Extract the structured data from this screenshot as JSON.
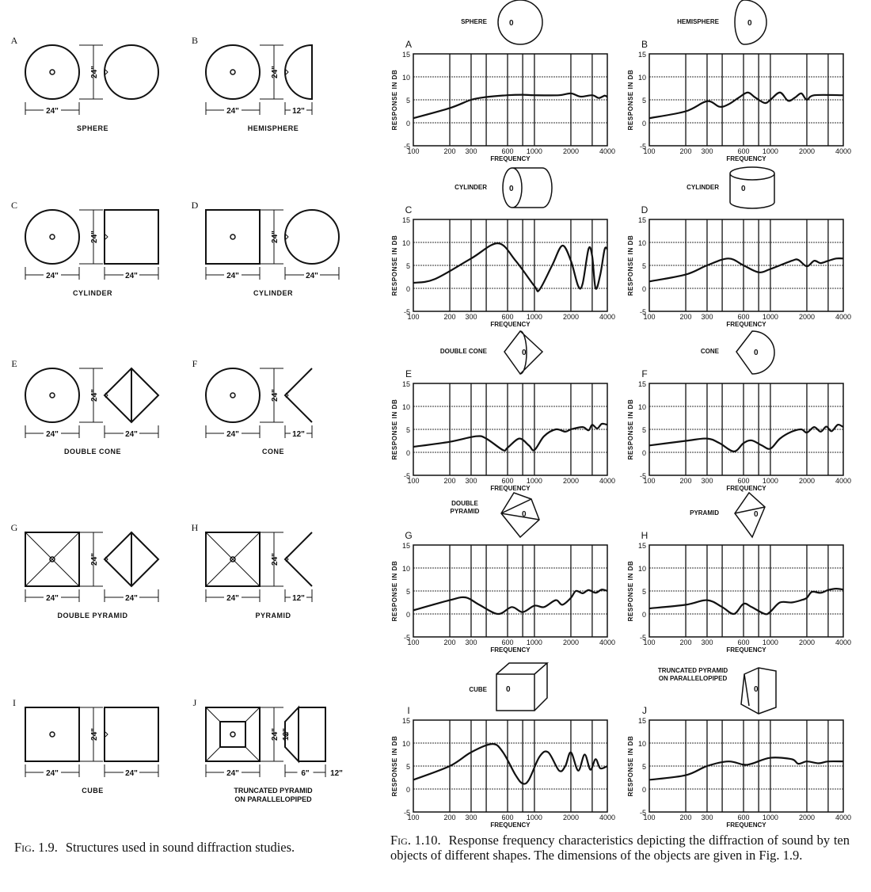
{
  "left_figure": {
    "caption_label": "Fig. 1.9.",
    "caption_text": "Structures used in sound diffraction studies.",
    "items": [
      {
        "letter": "A",
        "name": "SPHERE",
        "front": "circle",
        "side": "circle",
        "height_dim": "24\"",
        "front_dim": "24\"",
        "side_dim": ""
      },
      {
        "letter": "B",
        "name": "HEMISPHERE",
        "front": "circle",
        "side": "half-circle",
        "height_dim": "24\"",
        "front_dim": "24\"",
        "side_dim": "12\""
      },
      {
        "letter": "C",
        "name": "CYLINDER",
        "front": "circle",
        "side": "square",
        "height_dim": "24\"",
        "front_dim": "24\"",
        "side_dim": "24\""
      },
      {
        "letter": "D",
        "name": "CYLINDER",
        "front": "square",
        "side": "circle",
        "height_dim": "24\"",
        "front_dim": "24\"",
        "side_dim": "24\""
      },
      {
        "letter": "E",
        "name": "DOUBLE CONE",
        "front": "circle",
        "side": "diamond",
        "height_dim": "24\"",
        "front_dim": "24\"",
        "side_dim": "24\""
      },
      {
        "letter": "F",
        "name": "CONE",
        "front": "circle",
        "side": "half-diamond",
        "height_dim": "24\"",
        "front_dim": "24\"",
        "side_dim": "12\""
      },
      {
        "letter": "G",
        "name": "DOUBLE PYRAMID",
        "front": "pyramid",
        "side": "diamond",
        "height_dim": "24\"",
        "front_dim": "24\"",
        "side_dim": "24\""
      },
      {
        "letter": "H",
        "name": "PYRAMID",
        "front": "pyramid",
        "side": "half-diamond",
        "height_dim": "24\"",
        "front_dim": "24\"",
        "side_dim": "12\""
      },
      {
        "letter": "I",
        "name": "CUBE",
        "front": "square",
        "side": "square",
        "height_dim": "24\"",
        "front_dim": "24\"",
        "side_dim": "24\""
      },
      {
        "letter": "J",
        "name": "TRUNCATED PYRAMID ON PARALLELOPIPED",
        "front": "truncated",
        "side": "truncated",
        "height_dim": "24\"",
        "inner_dim": "12\"",
        "front_dim": "24\"",
        "side_dim": "6\"",
        "side_dim2": "12\""
      }
    ]
  },
  "right_figure": {
    "caption_label": "Fig. 1.10.",
    "caption_text": "Response frequency characteristics depicting the diffraction of sound by ten objects of different shapes. The dimensions of the objects are given in Fig. 1.9."
  },
  "chart_data": [
    {
      "type": "line",
      "letter": "A",
      "object_label": "SPHERE",
      "object": "sphere",
      "xlabel": "FREQUENCY",
      "ylabel": "RESPONSE IN DB",
      "xscale": "log",
      "xlim": [
        100,
        4000
      ],
      "ylim": [
        -5,
        15
      ],
      "xticks": [
        100,
        200,
        300,
        600,
        1000,
        2000,
        4000
      ],
      "yticks": [
        15,
        10,
        5,
        0,
        -5
      ],
      "grid": true,
      "grid_x": [
        200,
        300,
        400,
        600,
        800,
        1000,
        2000,
        3000
      ],
      "grid_y": [
        10,
        5,
        0
      ],
      "series": [
        {
          "name": "response",
          "x": [
            100,
            200,
            300,
            400,
            600,
            800,
            1000,
            1600,
            2000,
            2400,
            3000,
            3400,
            3800,
            4000
          ],
          "y": [
            1,
            3.2,
            5,
            5.6,
            6,
            6.1,
            6,
            6,
            6.4,
            5.7,
            6,
            5.4,
            5.9,
            5.6
          ]
        }
      ]
    },
    {
      "type": "line",
      "letter": "B",
      "object_label": "HEMISPHERE",
      "object": "hemisphere",
      "xlabel": "FREQUENCY",
      "ylabel": "RESPONSE IN DB",
      "xscale": "log",
      "xlim": [
        100,
        4000
      ],
      "ylim": [
        -5,
        15
      ],
      "xticks": [
        100,
        200,
        300,
        600,
        1000,
        2000,
        4000
      ],
      "yticks": [
        15,
        10,
        5,
        0,
        -5
      ],
      "grid": true,
      "grid_x": [
        200,
        300,
        400,
        600,
        800,
        1000,
        2000,
        3000
      ],
      "grid_y": [
        10,
        5,
        0
      ],
      "series": [
        {
          "name": "response",
          "x": [
            100,
            200,
            300,
            380,
            450,
            550,
            650,
            750,
            900,
            1000,
            1200,
            1400,
            1600,
            1800,
            2000,
            2300,
            4000
          ],
          "y": [
            1,
            2.5,
            4.7,
            3.5,
            4,
            5.5,
            6.6,
            5.5,
            4.3,
            5,
            6.6,
            4.8,
            5.5,
            6.4,
            5,
            6,
            6
          ]
        }
      ]
    },
    {
      "type": "line",
      "letter": "C",
      "object_label": "CYLINDER",
      "object": "cylinder-side",
      "xlabel": "FREQUENCY",
      "ylabel": "RESPONSE IN DB",
      "xscale": "log",
      "xlim": [
        100,
        4000
      ],
      "ylim": [
        -5,
        15
      ],
      "xticks": [
        100,
        200,
        300,
        600,
        1000,
        2000,
        4000
      ],
      "yticks": [
        15,
        10,
        5,
        0,
        -5
      ],
      "grid": true,
      "grid_x": [
        200,
        300,
        400,
        600,
        800,
        1000,
        2000,
        3000
      ],
      "grid_y": [
        10,
        5,
        0
      ],
      "series": [
        {
          "name": "response",
          "x": [
            100,
            150,
            300,
            500,
            700,
            1000,
            1100,
            1400,
            1700,
            2000,
            2300,
            2500,
            2800,
            3000,
            3200,
            3500,
            3800,
            4000
          ],
          "y": [
            1.2,
            2,
            6.5,
            9.8,
            6,
            0.5,
            -0.3,
            5,
            9.3,
            6,
            0.5,
            1,
            8.6,
            7,
            0,
            3,
            8.5,
            8.5
          ]
        }
      ]
    },
    {
      "type": "line",
      "letter": "D",
      "object_label": "CYLINDER",
      "object": "cylinder-end",
      "xlabel": "FREQUENCY",
      "ylabel": "RESPONSE IN DB",
      "xscale": "log",
      "xlim": [
        100,
        4000
      ],
      "ylim": [
        -5,
        15
      ],
      "xticks": [
        100,
        200,
        300,
        600,
        1000,
        2000,
        4000
      ],
      "yticks": [
        15,
        10,
        5,
        0,
        -5
      ],
      "grid": true,
      "grid_x": [
        200,
        300,
        400,
        600,
        800,
        1000,
        2000,
        3000
      ],
      "grid_y": [
        10,
        5,
        0
      ],
      "series": [
        {
          "name": "response",
          "x": [
            100,
            200,
            300,
            450,
            600,
            800,
            1000,
            1500,
            1700,
            2000,
            2300,
            2600,
            3000,
            3500,
            4000
          ],
          "y": [
            1.5,
            3,
            5,
            6.5,
            5,
            3.5,
            4.2,
            6,
            6.2,
            4.8,
            6,
            5.5,
            6,
            6.5,
            6.5
          ]
        }
      ]
    },
    {
      "type": "line",
      "letter": "E",
      "object_label": "DOUBLE CONE",
      "object": "double-cone",
      "xlabel": "FREQUENCY",
      "ylabel": "RESPONSE IN DB",
      "xscale": "log",
      "xlim": [
        100,
        4000
      ],
      "ylim": [
        -5,
        15
      ],
      "xticks": [
        100,
        200,
        300,
        600,
        1000,
        2000,
        4000
      ],
      "yticks": [
        15,
        10,
        5,
        0,
        -5
      ],
      "grid": true,
      "grid_x": [
        200,
        300,
        400,
        600,
        800,
        1000,
        2000,
        3000
      ],
      "grid_y": [
        10,
        5,
        0
      ],
      "series": [
        {
          "name": "response",
          "x": [
            100,
            200,
            330,
            400,
            550,
            600,
            750,
            900,
            1000,
            1200,
            1500,
            1800,
            2000,
            2500,
            2800,
            3000,
            3300,
            3600,
            4000
          ],
          "y": [
            1.2,
            2.3,
            3.5,
            3,
            0.5,
            1,
            3,
            1.5,
            0.5,
            3.5,
            5,
            4.5,
            5,
            5.5,
            4.8,
            6,
            5.2,
            6.2,
            6
          ]
        }
      ]
    },
    {
      "type": "line",
      "letter": "F",
      "object_label": "CONE",
      "object": "cone",
      "xlabel": "FREQUENCY",
      "ylabel": "RESPONSE IN DB",
      "xscale": "log",
      "xlim": [
        100,
        4000
      ],
      "ylim": [
        -5,
        15
      ],
      "xticks": [
        100,
        200,
        300,
        600,
        1000,
        2000,
        4000
      ],
      "yticks": [
        15,
        10,
        5,
        0,
        -5
      ],
      "grid": true,
      "grid_x": [
        200,
        300,
        400,
        600,
        800,
        1000,
        2000,
        3000
      ],
      "grid_y": [
        10,
        5,
        0
      ],
      "series": [
        {
          "name": "response",
          "x": [
            100,
            200,
            300,
            380,
            500,
            600,
            700,
            850,
            1000,
            1200,
            1500,
            1800,
            2000,
            2300,
            2600,
            2900,
            3200,
            3600,
            4000
          ],
          "y": [
            1.5,
            2.5,
            3,
            2,
            0.2,
            2,
            2.6,
            1.5,
            0.8,
            3,
            4.5,
            5,
            4.3,
            5.5,
            4.5,
            5.6,
            4.6,
            6,
            5.5
          ]
        }
      ]
    },
    {
      "type": "line",
      "letter": "G",
      "object_label": "DOUBLE PYRAMID",
      "object": "double-pyramid",
      "xlabel": "FREQUENCY",
      "ylabel": "RESPONSE IN DB",
      "xscale": "log",
      "xlim": [
        100,
        4000
      ],
      "ylim": [
        -5,
        15
      ],
      "xticks": [
        100,
        200,
        300,
        600,
        1000,
        2000,
        4000
      ],
      "yticks": [
        15,
        10,
        5,
        0,
        -5
      ],
      "grid": true,
      "grid_x": [
        200,
        300,
        400,
        600,
        800,
        1000,
        2000,
        3000
      ],
      "grid_y": [
        10,
        5,
        0
      ],
      "series": [
        {
          "name": "response",
          "x": [
            100,
            200,
            270,
            350,
            500,
            650,
            800,
            1000,
            1200,
            1500,
            1700,
            2000,
            2200,
            2500,
            2800,
            3200,
            3600,
            4000
          ],
          "y": [
            0.8,
            3,
            3.6,
            2,
            0,
            1.5,
            0.4,
            1.8,
            1.5,
            3,
            2,
            3.5,
            5,
            4.5,
            5.2,
            4.6,
            5.3,
            5
          ]
        }
      ]
    },
    {
      "type": "line",
      "letter": "H",
      "object_label": "PYRAMID",
      "object": "pyramid",
      "xlabel": "FREQUENCY",
      "ylabel": "RESPONSE IN DB",
      "xscale": "log",
      "xlim": [
        100,
        4000
      ],
      "ylim": [
        -5,
        15
      ],
      "xticks": [
        100,
        200,
        300,
        600,
        1000,
        2000,
        4000
      ],
      "yticks": [
        15,
        10,
        5,
        0,
        -5
      ],
      "grid": true,
      "grid_x": [
        200,
        300,
        400,
        600,
        800,
        1000,
        2000,
        3000
      ],
      "grid_y": [
        10,
        5,
        0
      ],
      "series": [
        {
          "name": "response",
          "x": [
            100,
            200,
            300,
            400,
            500,
            600,
            700,
            900,
            1000,
            1200,
            1500,
            1800,
            2000,
            2200,
            2600,
            3000,
            3500,
            4000
          ],
          "y": [
            1.2,
            2,
            3,
            1.5,
            0,
            2.2,
            1.5,
            0,
            0.5,
            2.5,
            2.5,
            3,
            3.5,
            4.8,
            4.6,
            5.2,
            5.5,
            5.3
          ]
        }
      ]
    },
    {
      "type": "line",
      "letter": "I",
      "object_label": "CUBE",
      "object": "cube",
      "xlabel": "FREQUENCY",
      "ylabel": "RESPONSE IN DB",
      "xscale": "log",
      "xlim": [
        100,
        4000
      ],
      "ylim": [
        -5,
        15
      ],
      "xticks": [
        100,
        200,
        300,
        600,
        1000,
        2000,
        4000
      ],
      "yticks": [
        15,
        10,
        5,
        0,
        -5
      ],
      "grid": true,
      "grid_x": [
        200,
        300,
        400,
        600,
        800,
        1000,
        2000,
        3000
      ],
      "grid_y": [
        10,
        5,
        0
      ],
      "series": [
        {
          "name": "response",
          "x": [
            100,
            200,
            300,
            450,
            550,
            700,
            800,
            900,
            1100,
            1300,
            1600,
            1800,
            2000,
            2300,
            2600,
            2900,
            3200,
            3500,
            4000
          ],
          "y": [
            2,
            5,
            8,
            9.8,
            8,
            3,
            1.2,
            2,
            7,
            8,
            4,
            5,
            8,
            4,
            7.5,
            4.2,
            6.5,
            4.5,
            5
          ]
        }
      ]
    },
    {
      "type": "line",
      "letter": "J",
      "object_label": "TRUNCATED PYRAMID ON PARALLELOPIPED",
      "object": "truncated-pyramid",
      "xlabel": "FREQUENCY",
      "ylabel": "RESPONSE IN DB",
      "xscale": "log",
      "xlim": [
        100,
        4000
      ],
      "ylim": [
        -5,
        15
      ],
      "xticks": [
        100,
        200,
        300,
        600,
        1000,
        2000,
        4000
      ],
      "yticks": [
        15,
        10,
        5,
        0,
        -5
      ],
      "grid": true,
      "grid_x": [
        200,
        300,
        400,
        600,
        800,
        1000,
        2000,
        3000
      ],
      "grid_y": [
        10,
        5,
        0
      ],
      "series": [
        {
          "name": "response",
          "x": [
            100,
            200,
            300,
            450,
            600,
            700,
            1000,
            1500,
            1700,
            2000,
            2500,
            3000,
            4000
          ],
          "y": [
            2,
            3,
            5,
            6,
            5.3,
            5.5,
            6.8,
            6.5,
            5.5,
            6,
            5.6,
            6,
            6
          ]
        }
      ]
    }
  ]
}
